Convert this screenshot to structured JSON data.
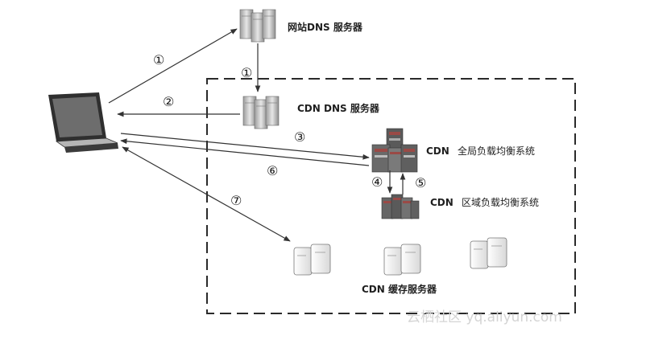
{
  "labels": {
    "site_dns": "网站DNS 服务器",
    "cdn_dns": "CDN DNS 服务器",
    "cdn_global_prefix": "CDN",
    "cdn_global": "全局负载均衡系统",
    "cdn_region_prefix": "CDN",
    "cdn_region": "区域负载均衡系统",
    "cdn_cache": "CDN 缓存服务器"
  },
  "steps": {
    "s1a": "①",
    "s1b": "①",
    "s2": "②",
    "s3": "③",
    "s4": "④",
    "s5": "⑤",
    "s6": "⑥",
    "s7": "⑦"
  },
  "watermark": "云栖社区 yq.aliyun.com",
  "colors": {
    "line": "#333333",
    "server_light": "#e9e9e9",
    "server_mid": "#b9b9b9",
    "server_dark": "#6f6f6f",
    "rack_red": "#9a4a46",
    "laptop": "#3a3a3a"
  }
}
